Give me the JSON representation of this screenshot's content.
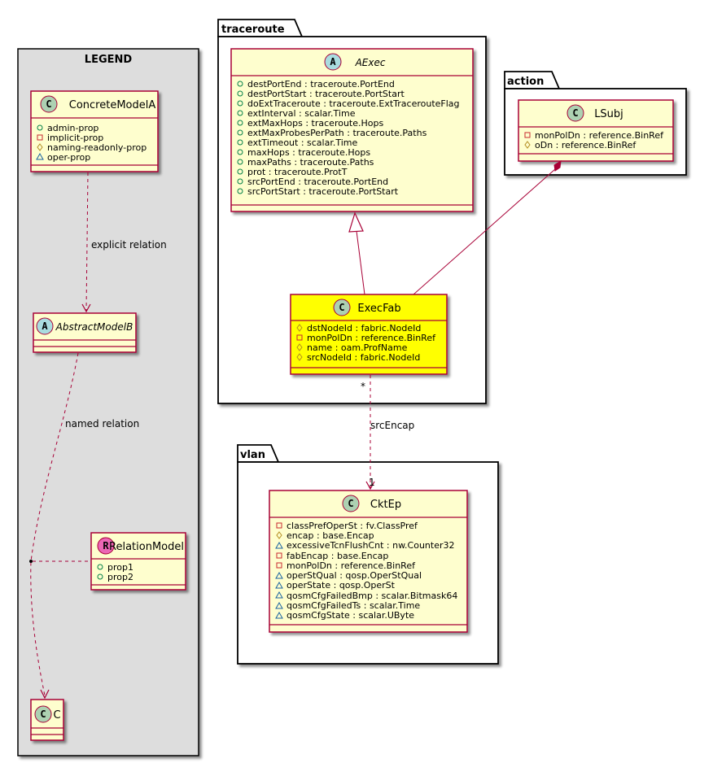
{
  "colors": {
    "class_fill": "#FEFECE",
    "highlight_fill": "#FFFF00",
    "border": "#A80036",
    "legend_bg": "#DDDDDD",
    "circle_class": "#ADD1B2",
    "circle_abstract": "#A9DCDF",
    "circle_relation": "#EB66B5"
  },
  "legend": {
    "title": "LEGEND",
    "concrete": {
      "name": "ConcreteModelA",
      "marker": "C",
      "props": [
        "admin-prop",
        "implicit-prop",
        "naming-readonly-prop",
        "oper-prop"
      ]
    },
    "abstract": {
      "name": "AbstractModelB",
      "marker": "A"
    },
    "relation_model": {
      "name": "RelationModel",
      "marker": "R",
      "props": [
        "prop1",
        "prop2"
      ]
    },
    "target": {
      "name": "C",
      "marker": "C"
    },
    "explicit_label": "explicit relation",
    "named_label": "named relation"
  },
  "packages": {
    "traceroute": "traceroute",
    "action": "action",
    "vlan": "vlan"
  },
  "classes": {
    "aexec": {
      "name": "AExec",
      "marker": "A",
      "attrs": [
        "destPortEnd : traceroute.PortEnd",
        "destPortStart : traceroute.PortStart",
        "doExtTraceroute : traceroute.ExtTracerouteFlag",
        "extInterval : scalar.Time",
        "extMaxHops : traceroute.Hops",
        "extMaxProbesPerPath : traceroute.Paths",
        "extTimeout : scalar.Time",
        "maxHops : traceroute.Hops",
        "maxPaths : traceroute.Paths",
        "prot : traceroute.ProtT",
        "srcPortEnd : traceroute.PortEnd",
        "srcPortStart : traceroute.PortStart"
      ]
    },
    "execfab": {
      "name": "ExecFab",
      "marker": "C",
      "attrs": [
        "dstNodeId : fabric.NodeId",
        "monPolDn : reference.BinRef",
        "name : oam.ProfName",
        "srcNodeId : fabric.NodeId"
      ]
    },
    "lsubj": {
      "name": "LSubj",
      "marker": "C",
      "attrs": [
        "monPolDn : reference.BinRef",
        "oDn : reference.BinRef"
      ]
    },
    "cktep": {
      "name": "CktEp",
      "marker": "C",
      "attrs": [
        "classPrefOperSt : fv.ClassPref",
        "encap : base.Encap",
        "excessiveTcnFlushCnt : nw.Counter32",
        "fabEncap : base.Encap",
        "monPolDn : reference.BinRef",
        "operStQual : qosp.OperStQual",
        "operState : qosp.OperSt",
        "qosmCfgFailedBmp : scalar.Bitmask64",
        "qosmCfgFailedTs : scalar.Time",
        "qosmCfgState : scalar.UByte"
      ]
    }
  },
  "relations": {
    "src_encap": {
      "label": "srcEncap",
      "mult_from": "*",
      "mult_to": "1"
    }
  }
}
